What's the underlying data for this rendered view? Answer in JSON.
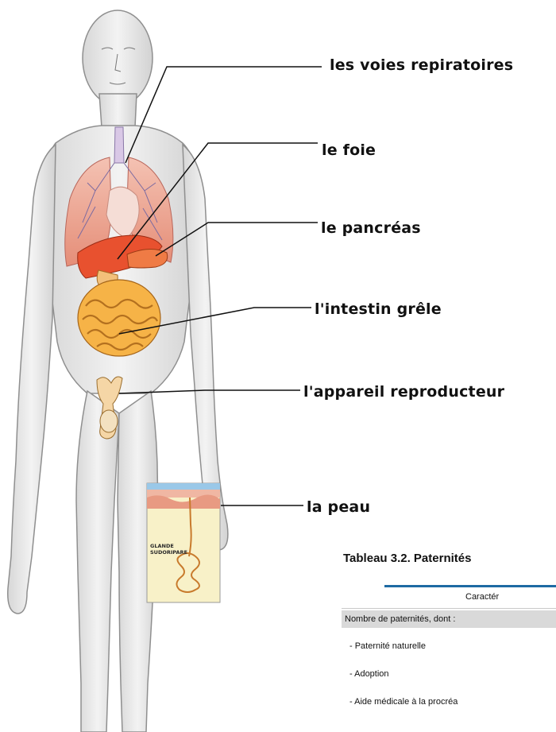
{
  "diagram": {
    "labels": [
      "les voies repiratoires",
      "le foie",
      "le pancréas",
      "l'intestin grêle",
      "l'appareil reproducteur",
      "la peau"
    ],
    "gland_label": "GLANDE SUDORIPARE",
    "colors": {
      "skin": "#ececec",
      "lungs": "#f0a796",
      "liver": "#e8512f",
      "intestine": "#f6b347",
      "line": "#111111"
    }
  },
  "table": {
    "title": "Tableau 3.2. Paternités",
    "column_header": "Caractér",
    "section": "Nombre de paternités, dont :",
    "rows": [
      "- Paternité naturelle",
      "- Adoption",
      "- Aide médicale à la procréa"
    ],
    "rule_color": "#1e6aa3"
  }
}
